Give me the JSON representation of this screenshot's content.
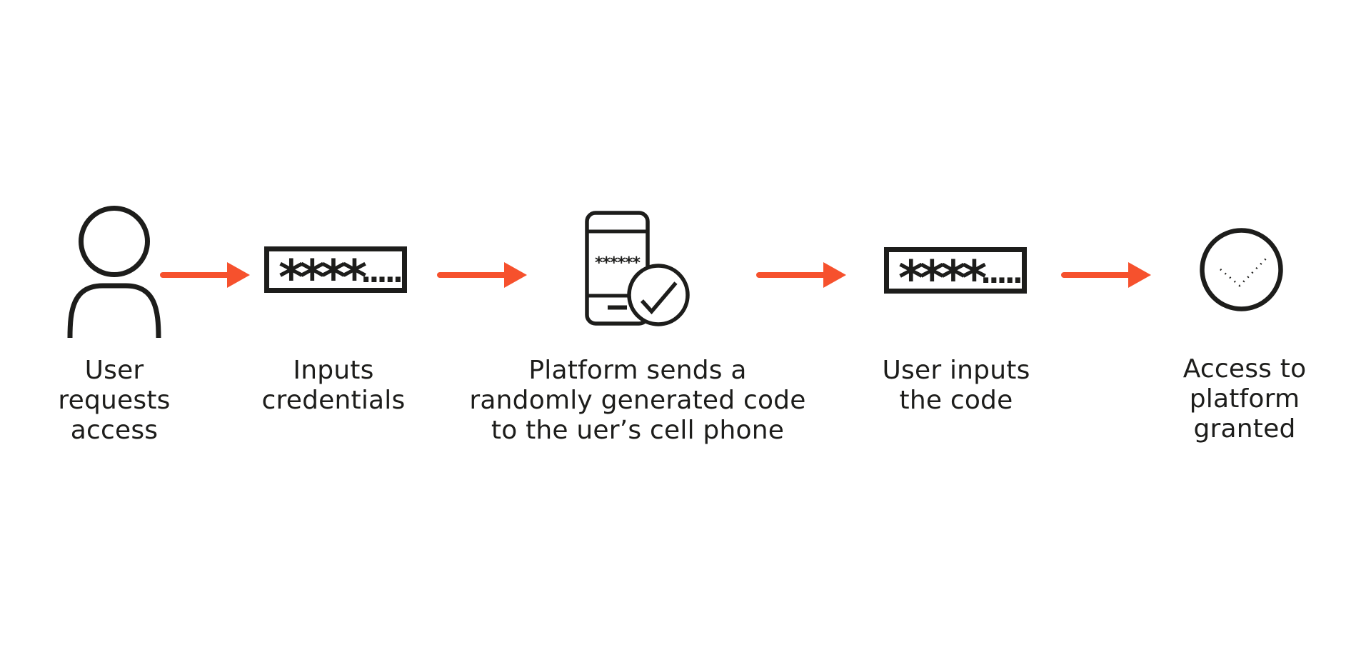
{
  "theme": {
    "accent": "#F6512D",
    "ink": "#1D1D1B",
    "background": "#FFFFFF"
  },
  "diagram": {
    "type": "flow",
    "direction": "left-to-right",
    "arrow_color": "#F6512D",
    "steps": [
      {
        "id": "user-requests-access",
        "icon": "person-icon",
        "label": "User\nrequests\naccess"
      },
      {
        "id": "inputs-credentials",
        "icon": "password-field-icon",
        "password_mask": {
          "stars": "****",
          "dots": "....."
        },
        "label": "Inputs\ncredentials"
      },
      {
        "id": "platform-sends-code",
        "icon": "phone-check-icon",
        "phone_screen_code": "******",
        "label": "Platform sends a\nrandomly generated code\nto the uer’s cell phone"
      },
      {
        "id": "user-inputs-code",
        "icon": "password-field-icon",
        "password_mask": {
          "stars": "****",
          "dots": "....."
        },
        "label": "User inputs\nthe code"
      },
      {
        "id": "access-granted",
        "icon": "check-circle-dotted-icon",
        "label": "Access to\nplatform\ngranted"
      }
    ],
    "connectors": [
      {
        "from": "user-requests-access",
        "to": "inputs-credentials",
        "style": "arrow"
      },
      {
        "from": "inputs-credentials",
        "to": "platform-sends-code",
        "style": "arrow"
      },
      {
        "from": "platform-sends-code",
        "to": "user-inputs-code",
        "style": "arrow"
      },
      {
        "from": "user-inputs-code",
        "to": "access-granted",
        "style": "arrow"
      }
    ]
  }
}
